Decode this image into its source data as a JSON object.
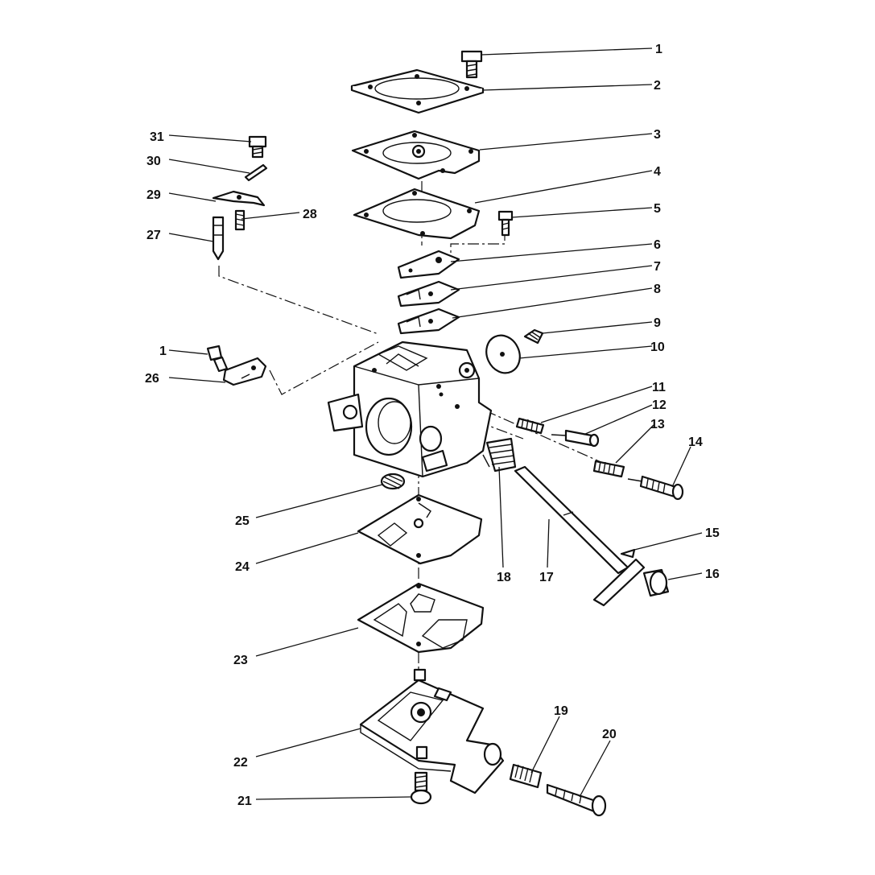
{
  "callouts": {
    "c1a": "1",
    "c2": "2",
    "c3": "3",
    "c4": "4",
    "c5": "5",
    "c6": "6",
    "c7": "7",
    "c8": "8",
    "c9": "9",
    "c10": "10",
    "c11": "11",
    "c12": "12",
    "c13": "13",
    "c14": "14",
    "c15": "15",
    "c16": "16",
    "c17": "17",
    "c18": "18",
    "c19": "19",
    "c20": "20",
    "c21": "21",
    "c22": "22",
    "c23": "23",
    "c24": "24",
    "c25": "25",
    "c26": "26",
    "c27": "27",
    "c28": "28",
    "c29": "29",
    "c30": "30",
    "c31": "31",
    "c1b": "1"
  },
  "colors": {
    "ink": "#111111",
    "paper": "#ffffff"
  }
}
